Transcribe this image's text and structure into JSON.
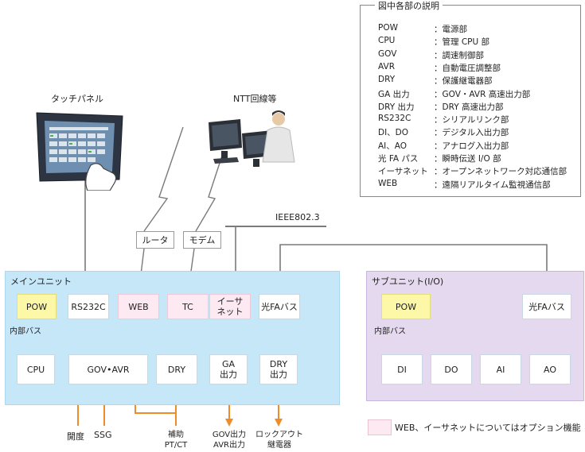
{
  "legend": {
    "title": "図中各部の説明",
    "items": [
      {
        "key": "POW",
        "desc": "：電源部"
      },
      {
        "key": "CPU",
        "desc": "：管理 CPU 部"
      },
      {
        "key": "GOV",
        "desc": "：調速制御部"
      },
      {
        "key": "AVR",
        "desc": "：自動電圧調整部"
      },
      {
        "key": "DRY",
        "desc": "：保護継電器部"
      },
      {
        "key": "GA 出力",
        "desc": "：GOV・AVR 高速出力部"
      },
      {
        "key": "DRY 出力",
        "desc": "：DRY 高速出力部"
      },
      {
        "key": "RS232C",
        "desc": "：シリアルリンク部"
      },
      {
        "key": "DI、DO",
        "desc": "：デジタル入出力部"
      },
      {
        "key": "AI、AO",
        "desc": "：アナログ入出力部"
      },
      {
        "key": "光 FA パス",
        "desc": "：瞬時伝送 I/O 部"
      },
      {
        "key": "イーサネット",
        "desc": "：オープンネットワーク対応通信部"
      },
      {
        "key": "WEB",
        "desc": "：遠隔リアルタイム監視通信部"
      }
    ]
  },
  "top": {
    "touch_panel": "タッチパネル",
    "ntt": "NTT回線等",
    "router": "ルータ",
    "modem": "モデム",
    "ieee": "IEEE802.3"
  },
  "main_unit": {
    "title": "メインユニット",
    "bus": "内部バス",
    "top_row": [
      "POW",
      "RS232C",
      "WEB",
      "TC",
      "イーサ\nネット",
      "光FAバス"
    ],
    "bottom_row": [
      "CPU",
      "GOV•AVR",
      "DRY",
      "GA\n出力",
      "DRY\n出力"
    ]
  },
  "sub_unit": {
    "title": "サブユニット(I/O)",
    "bus": "内部バス",
    "top_row": [
      "POW",
      "光FAバス"
    ],
    "bottom_row": [
      "DI",
      "DO",
      "AI",
      "AO"
    ]
  },
  "bottom_labels": {
    "kaido": "開度",
    "ssg": "SSG",
    "hojo": "補助\nPT/CT",
    "gov_out": "GOV出力\nAVR出力",
    "lockout": "ロックアウト\n継電器"
  },
  "note": "WEB、イーサネットについてはオプション機能",
  "colors": {
    "bus": "#3a6fc0",
    "arrow_blue": "#3a86d8",
    "arrow_purple": "#8a64c0",
    "orange": "#f08c28",
    "gray_line": "#7a7a7a"
  }
}
